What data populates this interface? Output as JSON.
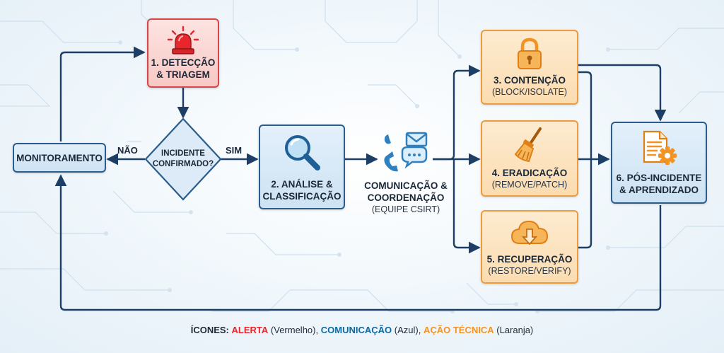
{
  "nodes": {
    "detection": {
      "line1": "1. DETECÇÃO",
      "line2": "& TRIAGEM",
      "icon": "siren-icon"
    },
    "decision": {
      "line1": "INCIDENTE",
      "line2": "CONFIRMADO?"
    },
    "monitoring": {
      "label": "MONITORAMENTO"
    },
    "analysis": {
      "line1": "2. ANÁLISE &",
      "line2": "CLASSIFICAÇÃO",
      "icon": "magnifier-icon"
    },
    "communication": {
      "line1": "COMUNICAÇÃO &",
      "line2": "COORDENAÇÃO",
      "line3": "(EQUIPE CSIRT)",
      "icon": "phone-mail-chat-icon"
    },
    "containment": {
      "line1": "3. CONTENÇÃO",
      "line2": "(BLOCK/ISOLATE)",
      "icon": "lock-icon"
    },
    "eradication": {
      "line1": "4. ERADICAÇÃO",
      "line2": "(REMOVE/PATCH)",
      "icon": "broom-icon"
    },
    "recovery": {
      "line1": "5. RECUPERAÇÃO",
      "line2": "(RESTORE/VERIFY)",
      "icon": "cloud-download-icon"
    },
    "post_incident": {
      "line1": "6. PÓS-INCIDENTE",
      "line2": "& APRENDIZADO",
      "icon": "document-gear-icon"
    }
  },
  "edges": {
    "no": "NÃO",
    "yes": "SIM"
  },
  "legend": {
    "prefix": "ÍCONES:",
    "alert": "ALERTA",
    "alert_note": "(Vermelho),",
    "comm": "COMUNICAÇÃO",
    "comm_note": "(Azul),",
    "action": "AÇÃO TÉCNICA",
    "action_note": "(Laranja)"
  },
  "colors": {
    "alert": "#e8262b",
    "communication": "#0b6aa5",
    "action": "#f39323",
    "connector": "#1d3f66"
  }
}
